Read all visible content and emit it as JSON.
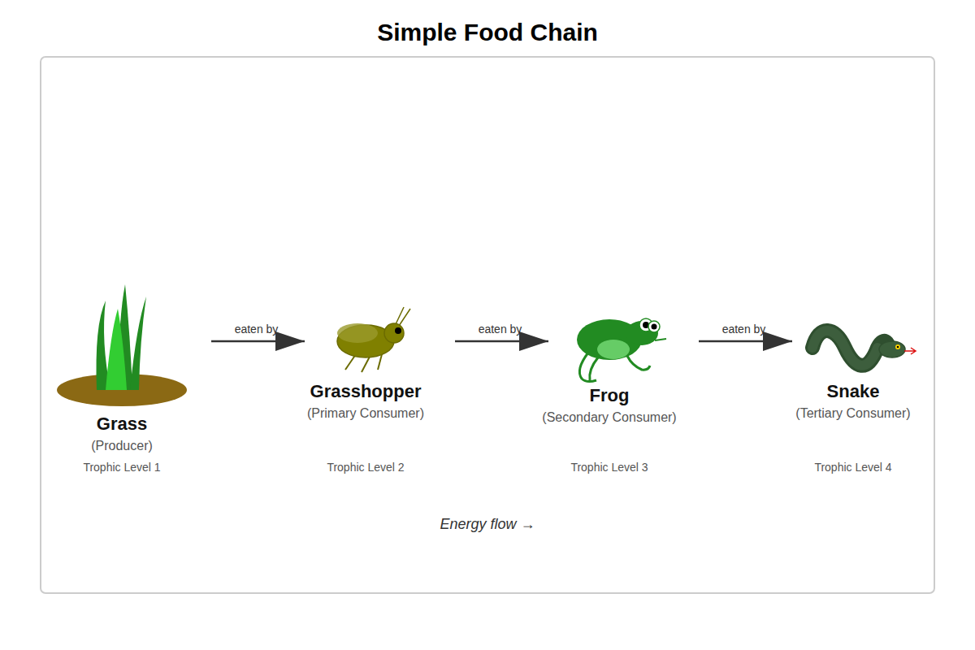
{
  "diagram": {
    "title": "Simple Food Chain",
    "nodes": [
      {
        "text": [
          "Grass",
          "(Producer)",
          "Trophic Level 1"
        ]
      },
      {
        "text": [
          "Grasshopper",
          "(Primary Consumer)",
          "Trophic Level 2"
        ]
      },
      {
        "text": [
          "Frog",
          "(Secondary Consumer)",
          "Trophic Level 3"
        ]
      },
      {
        "text": [
          "Snake",
          "(Tertiary Consumer)",
          "Trophic Level 4"
        ]
      }
    ],
    "edges": [
      {
        "from": 0,
        "to": 1,
        "label": "eaten by",
        "arrow": "to"
      },
      {
        "from": 1,
        "to": 2,
        "label": "eaten by",
        "arrow": "to"
      },
      {
        "from": 2,
        "to": 3,
        "label": "eaten by",
        "arrow": "to"
      }
    ],
    "labels": [
      "Energy flow →"
    ]
  }
}
